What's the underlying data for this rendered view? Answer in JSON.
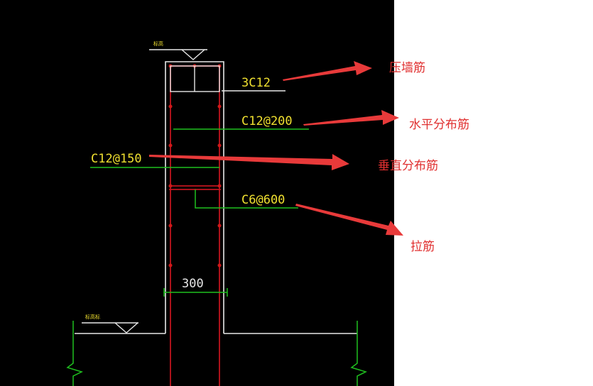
{
  "rebar_labels": {
    "top": "3C12",
    "horizontal": "C12@200",
    "vertical": "C12@150",
    "tie": "C6@600"
  },
  "dimension": {
    "wall_thickness": "300"
  },
  "elevation_tags": {
    "top": "标高",
    "bottom": "标高标"
  },
  "annotations": {
    "wall_top_bar": "压墙筋",
    "horizontal_bar": "水平分布筋",
    "vertical_bar": "垂直分布筋",
    "tie_bar": "拉筋"
  },
  "colors": {
    "background": "#000000",
    "outline": "#e8e8e8",
    "rebar": "#c0141e",
    "leader": "#1fc01f",
    "label": "#f0e030",
    "arrow": "#e83a3a"
  }
}
